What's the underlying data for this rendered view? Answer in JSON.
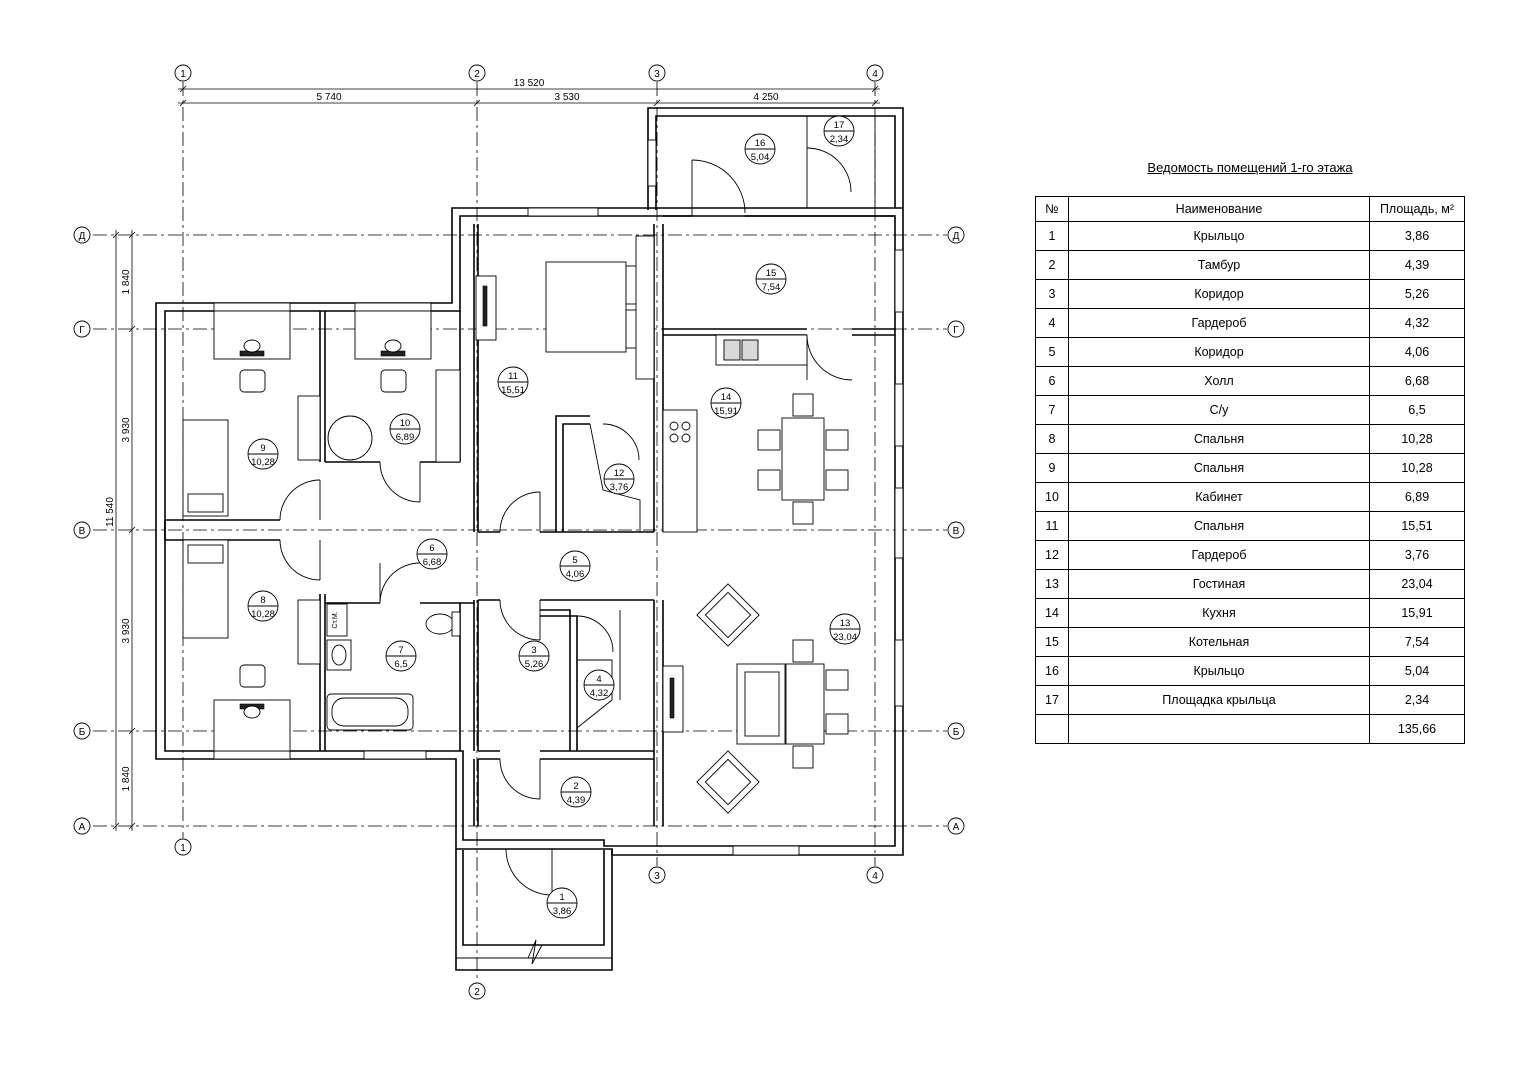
{
  "plan": {
    "axes_letters": [
      "Д",
      "Г",
      "В",
      "Б",
      "А"
    ],
    "axes_numbers": [
      "1",
      "2",
      "3",
      "4"
    ],
    "dims_top": {
      "total": "13 520",
      "spans": [
        "5 740",
        "3 530",
        "4 250"
      ]
    },
    "dims_left": {
      "total": "11 540",
      "spans": [
        "1 840",
        "3 930",
        "3 930",
        "1 840"
      ]
    },
    "rooms": [
      {
        "num": "1",
        "area": "3,86"
      },
      {
        "num": "2",
        "area": "4,39"
      },
      {
        "num": "3",
        "area": "5,26"
      },
      {
        "num": "4",
        "area": "4,32"
      },
      {
        "num": "5",
        "area": "4,06"
      },
      {
        "num": "6",
        "area": "6,68"
      },
      {
        "num": "7",
        "area": "6,5"
      },
      {
        "num": "8",
        "area": "10,28"
      },
      {
        "num": "9",
        "area": "10,28"
      },
      {
        "num": "10",
        "area": "6,89"
      },
      {
        "num": "11",
        "area": "15,51"
      },
      {
        "num": "12",
        "area": "3,76"
      },
      {
        "num": "13",
        "area": "23,04"
      },
      {
        "num": "14",
        "area": "15,91"
      },
      {
        "num": "15",
        "area": "7,54"
      },
      {
        "num": "16",
        "area": "5,04"
      },
      {
        "num": "17",
        "area": "2,34"
      }
    ],
    "wm_label": "Ст.М."
  },
  "schedule": {
    "title": "Ведомость помещений 1-го этажа",
    "headers": [
      "№",
      "Наименование",
      "Площадь, м²"
    ],
    "rows": [
      [
        "1",
        "Крыльцо",
        "3,86"
      ],
      [
        "2",
        "Тамбур",
        "4,39"
      ],
      [
        "3",
        "Коридор",
        "5,26"
      ],
      [
        "4",
        "Гардероб",
        "4,32"
      ],
      [
        "5",
        "Коридор",
        "4,06"
      ],
      [
        "6",
        "Холл",
        "6,68"
      ],
      [
        "7",
        "С/у",
        "6,5"
      ],
      [
        "8",
        "Спальня",
        "10,28"
      ],
      [
        "9",
        "Спальня",
        "10,28"
      ],
      [
        "10",
        "Кабинет",
        "6,89"
      ],
      [
        "11",
        "Спальня",
        "15,51"
      ],
      [
        "12",
        "Гардероб",
        "3,76"
      ],
      [
        "13",
        "Гостиная",
        "23,04"
      ],
      [
        "14",
        "Кухня",
        "15,91"
      ],
      [
        "15",
        "Котельная",
        "7,54"
      ],
      [
        "16",
        "Крыльцо",
        "5,04"
      ],
      [
        "17",
        "Площадка крыльца",
        "2,34"
      ],
      [
        "",
        "",
        "135,66"
      ]
    ]
  }
}
